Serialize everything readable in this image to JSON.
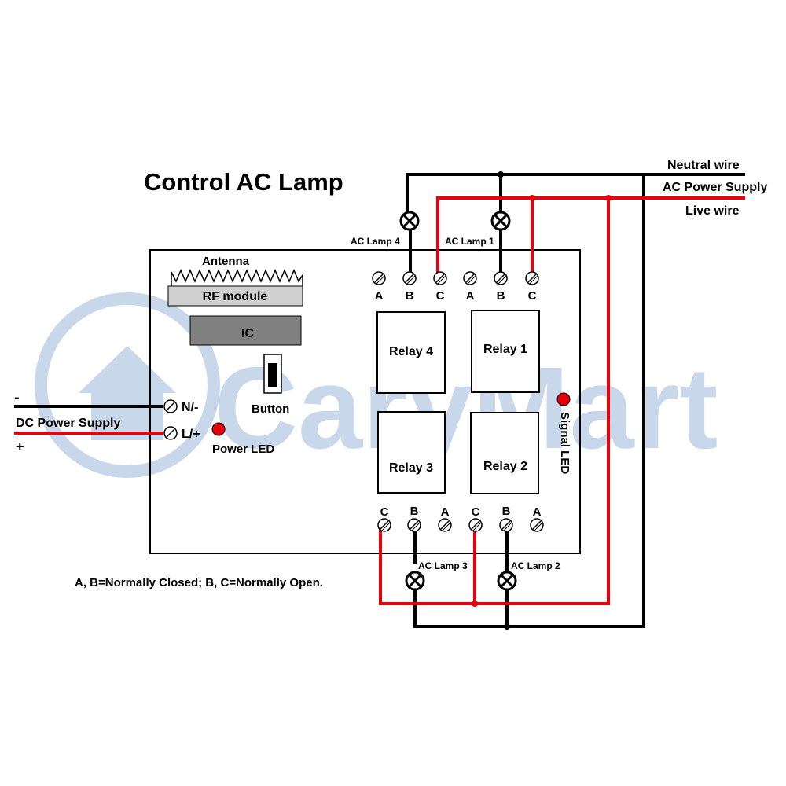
{
  "title": "Control AC Lamp",
  "watermark": "CaryMart",
  "colors": {
    "live": "#e8000b",
    "neutral": "#000000",
    "watermark": "#c9d7ea",
    "box_fill": "#d0d0d0",
    "ic_fill": "#808080",
    "led": "#e8000b"
  },
  "mains": {
    "neutral": "Neutral wire",
    "supply": "AC Power Supply",
    "live": "Live wire"
  },
  "board": {
    "antenna": "Antenna",
    "rf_module": "RF module",
    "ic": "IC",
    "button": "Button",
    "power_led": "Power LED",
    "signal_led": "Signal LED"
  },
  "dc": {
    "minus": "-",
    "plus": "+",
    "label": "DC Power Supply",
    "n_terminal": "N/-",
    "l_terminal": "L/+"
  },
  "terminals": {
    "top": [
      "A",
      "B",
      "C",
      "A",
      "B",
      "C"
    ],
    "bottom": [
      "C",
      "B",
      "A",
      "C",
      "B",
      "A"
    ]
  },
  "relays": [
    "Relay 4",
    "Relay 1",
    "Relay 3",
    "Relay 2"
  ],
  "lamps": [
    "AC Lamp 4",
    "AC Lamp 1",
    "AC Lamp 3",
    "AC Lamp 2"
  ],
  "note": "A, B=Normally Closed; B, C=Normally Open."
}
